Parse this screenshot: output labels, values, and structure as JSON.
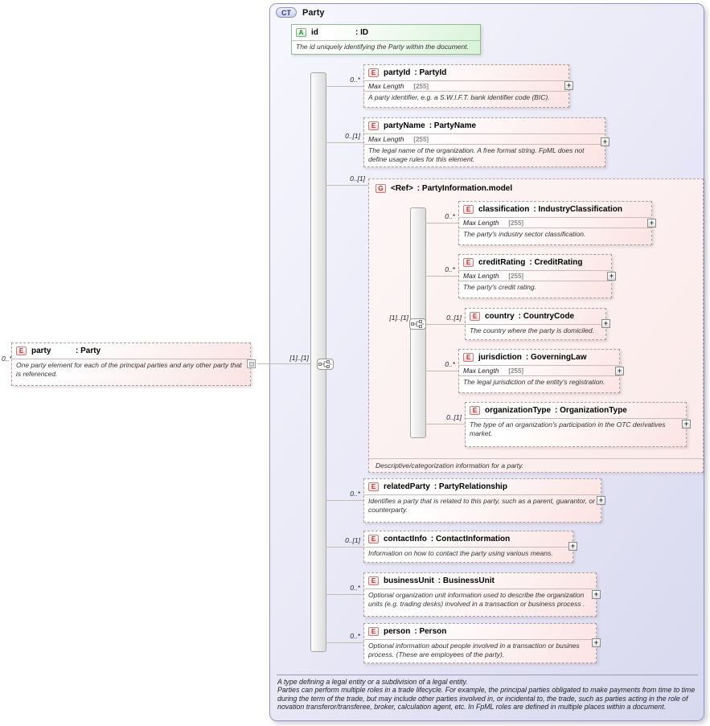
{
  "icons": {
    "plus": "+"
  },
  "root_element": {
    "cardinality": "0..*",
    "badge": "E",
    "name": "party",
    "type": ": Party",
    "description": "One party element for each of the principal parties and any other party that is referenced."
  },
  "ct": {
    "badge": "CT",
    "title": "Party",
    "sequence_cardinality": "[1]..[1]",
    "attribute": {
      "badge": "A",
      "name": "id",
      "type": ": ID",
      "description": "The id uniquely identifying the Party within the document."
    },
    "elements": {
      "partyId": {
        "cardinality": "0..*",
        "badge": "E",
        "name": "partyId",
        "type": ": PartyId",
        "facet_name": "Max Length",
        "facet_value": "[255]",
        "description": "A party identifier, e.g. a S.W.I.F.T. bank identifier code (BIC)."
      },
      "partyName": {
        "cardinality": "0..[1]",
        "badge": "E",
        "name": "partyName",
        "type": ": PartyName",
        "facet_name": "Max Length",
        "facet_value": "[255]",
        "description": "The legal name of the organization. A free format string. FpML does not define usage rules for this element."
      },
      "relatedParty": {
        "cardinality": "0..*",
        "badge": "E",
        "name": "relatedParty",
        "type": ": PartyRelationship",
        "description": "Identifies a party that is related to this party, such as a parent, guarantor, or counterparty."
      },
      "contactInfo": {
        "cardinality": "0..[1]",
        "badge": "E",
        "name": "contactInfo",
        "type": ": ContactInformation",
        "description": "Information on how to contact the party using various means."
      },
      "businessUnit": {
        "cardinality": "0..*",
        "badge": "E",
        "name": "businessUnit",
        "type": ": BusinessUnit",
        "description": "Optional organization unit information used to describe the organization units (e.g. trading desks) involved in a transaction or business process ."
      },
      "person": {
        "cardinality": "0..*",
        "badge": "E",
        "name": "person",
        "type": ": Person",
        "description": "Optional information about people involved in a transaction or busines process. (These are employees of the party)."
      }
    },
    "group": {
      "cardinality": "0..[1]",
      "badge": "G",
      "name": "<Ref>",
      "type": ": PartyInformation.model",
      "sequence_cardinality": "[1]..[1]",
      "footer": "Descriptive/categorization information for a party.",
      "elements": {
        "classification": {
          "cardinality": "0..*",
          "badge": "E",
          "name": "classification",
          "type": ": IndustryClassification",
          "facet_name": "Max Length",
          "facet_value": "[255]",
          "description": "The party's industry sector classification."
        },
        "creditRating": {
          "cardinality": "0..*",
          "badge": "E",
          "name": "creditRating",
          "type": ": CreditRating",
          "facet_name": "Max Length",
          "facet_value": "[255]",
          "description": "The party's credit rating."
        },
        "country": {
          "cardinality": "0..[1]",
          "badge": "E",
          "name": "country",
          "type": ": CountryCode",
          "description": "The country where the party is domiciled."
        },
        "jurisdiction": {
          "cardinality": "0..*",
          "badge": "E",
          "name": "jurisdiction",
          "type": ": GoverningLaw",
          "facet_name": "Max Length",
          "facet_value": "[255]",
          "description": "The legal jurisdiction of the entity's registration."
        },
        "organizationType": {
          "cardinality": "0..[1]",
          "badge": "E",
          "name": "organizationType",
          "type": ": OrganizationType",
          "description": "The type of an organization's participation in the OTC derivatives market."
        }
      }
    },
    "documentation": {
      "line1": "A type defining a legal entity or a subdivision of a legal entity.",
      "para": "Parties can perform multiple roles in a trade lifecycle. For example, the principal parties obligated to make payments from time to time during the term of the trade, but may include other parties involved in, or incidental to, the trade, such as parties acting in the role of novation transferor/transferee, broker, calculation agent, etc. In FpML roles are defined in multiple places within a document."
    }
  }
}
